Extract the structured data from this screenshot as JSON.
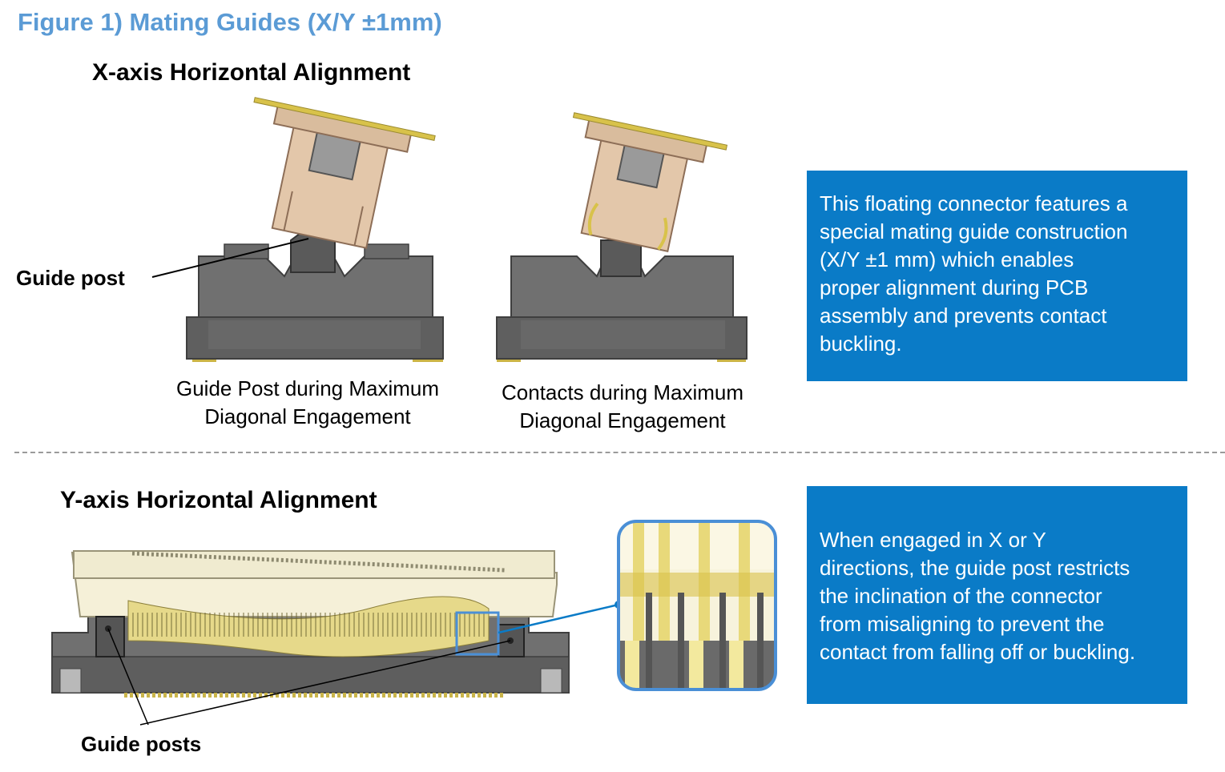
{
  "figure_title": "Figure 1) Mating Guides (X/Y ±1mm)",
  "x_section": {
    "title": "X-axis Horizontal Alignment",
    "guide_post_label": "Guide post",
    "caption_left": [
      "Guide Post during Maximum",
      "Diagonal Engagement"
    ],
    "caption_right": [
      "Contacts during Maximum",
      "Diagonal Engagement"
    ],
    "info_text": [
      "This floating connector features a",
      "special mating guide construction",
      "(X/Y ±1 mm) which enables",
      "proper alignment during PCB",
      "assembly and prevents contact",
      "buckling."
    ]
  },
  "y_section": {
    "title": "Y-axis Horizontal Alignment",
    "guide_posts_label": "Guide posts",
    "info_text": [
      "When engaged in X or Y",
      "directions, the guide post restricts",
      "the inclination of the connector",
      "from misaligning to prevent the",
      "contact from falling off or buckling."
    ]
  },
  "colors": {
    "title_blue": "#5b9bd5",
    "box_blue": "#0a7bc7",
    "housing_gray": "#6d6d6d",
    "body_tan": "#e3c7aa",
    "contact_gold": "#d8c24a",
    "zoom_border": "#4a8fd6"
  }
}
